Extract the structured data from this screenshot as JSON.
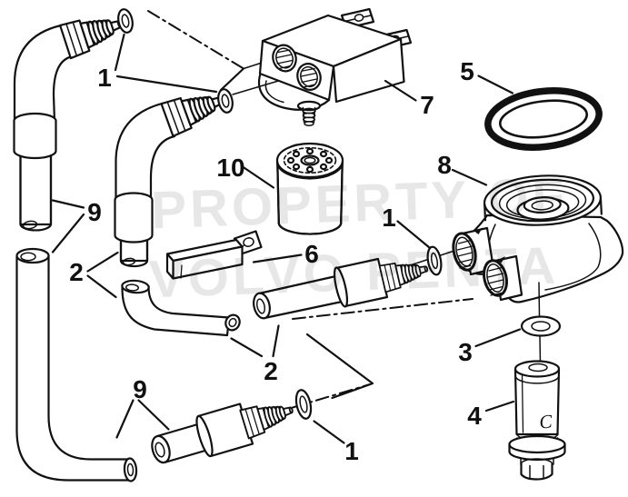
{
  "watermark": {
    "line1": "PROPERTY OF",
    "line2": "VOLVO PENTA"
  },
  "colors": {
    "line": "#111111",
    "background": "#ffffff",
    "watermark": "#e7e7e7"
  },
  "callouts": [
    {
      "id": "1-top",
      "label": "1"
    },
    {
      "id": "9-left",
      "label": "9"
    },
    {
      "id": "2-left",
      "label": "2"
    },
    {
      "id": "10-filter",
      "label": "10"
    },
    {
      "id": "6-bracket",
      "label": "6"
    },
    {
      "id": "7-block",
      "label": "7"
    },
    {
      "id": "5-o-ring",
      "label": "5"
    },
    {
      "id": "8-cooler",
      "label": "8"
    },
    {
      "id": "1-middle",
      "label": "1"
    },
    {
      "id": "2-middle",
      "label": "2"
    },
    {
      "id": "3-washer",
      "label": "3"
    },
    {
      "id": "4-valve",
      "label": "4"
    },
    {
      "id": "9-bottom",
      "label": "9"
    },
    {
      "id": "1-bottom",
      "label": "1"
    }
  ],
  "markings": {
    "valve_letter": "C"
  }
}
